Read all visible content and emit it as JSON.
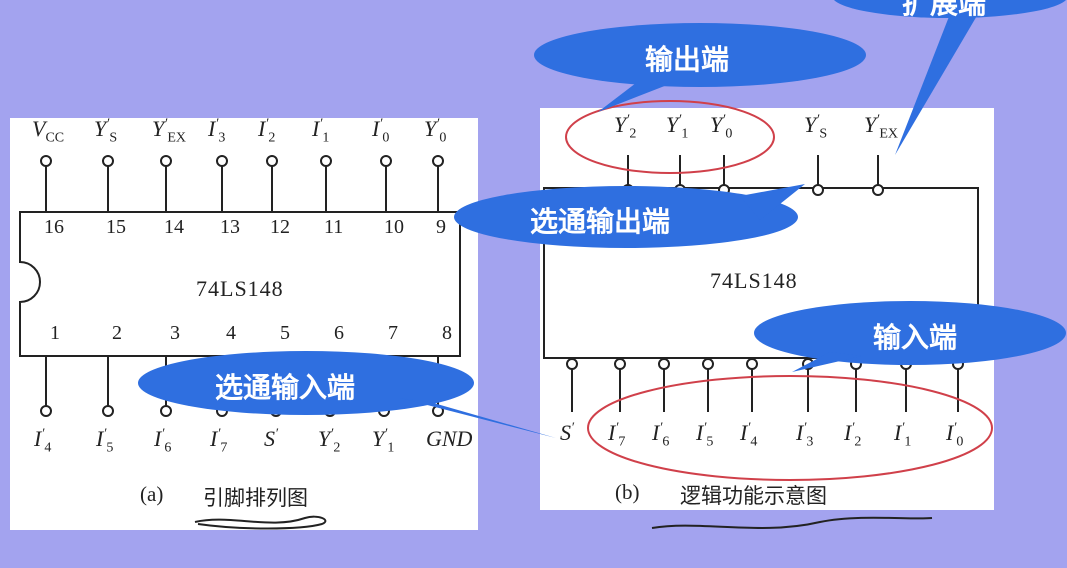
{
  "left_chip": {
    "name": "74LS148",
    "caption_letter": "(a)",
    "caption_text": "引脚排列图",
    "top_labels": [
      "V_CC",
      "Y'_S",
      "Y'_EX",
      "I'_3",
      "I'_2",
      "I'_1",
      "I'_0",
      "Y'_0"
    ],
    "top_pins": [
      "16",
      "15",
      "14",
      "13",
      "12",
      "11",
      "10",
      "9"
    ],
    "bottom_pins": [
      "1",
      "2",
      "3",
      "4",
      "5",
      "6",
      "7",
      "8"
    ],
    "bottom_labels": [
      "I'_4",
      "I'_5",
      "I'_6",
      "I'_7",
      "S'",
      "Y'_2",
      "Y'_1",
      "GND"
    ]
  },
  "right_chip": {
    "name": "74LS148",
    "caption_letter": "(b)",
    "caption_text": "逻辑功能示意图",
    "top_labels": [
      "Y'_2",
      "Y'_1",
      "Y'_0",
      "Y'_S",
      "Y'_EX"
    ],
    "bottom_labels": [
      "S'",
      "I'_7",
      "I'_6",
      "I'_5",
      "I'_4",
      "I'_3",
      "I'_2",
      "I'_1",
      "I'_0"
    ]
  },
  "callouts": {
    "output": "输出端",
    "extension": "扩展端",
    "strobe_output": "选通输出端",
    "input": "输入端",
    "strobe_input": "选通输入端"
  },
  "colors": {
    "background": "#a3a3ef",
    "callout": "#2f6fe0",
    "ellipse": "#d0404a"
  }
}
